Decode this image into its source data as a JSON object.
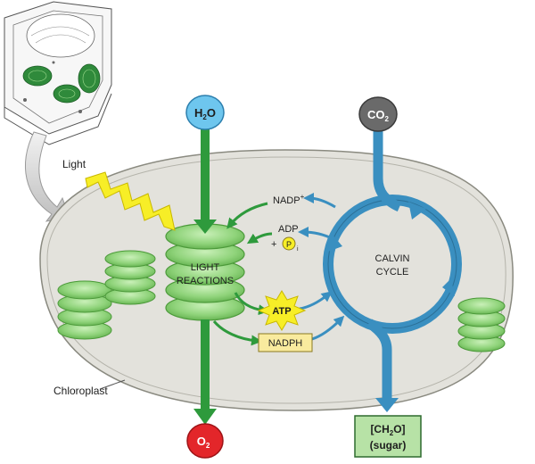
{
  "labels": {
    "light": "Light",
    "chloroplast": "Chloroplast",
    "light_reactions_line1": "LIGHT",
    "light_reactions_line2": "REACTIONS",
    "calvin_line1": "CALVIN",
    "calvin_line2": "CYCLE",
    "nadp_plus": "NADP",
    "nadp_plus_sup": "+",
    "adp": "ADP",
    "plus_sign": "+",
    "pi_letter": "P",
    "pi_sub": "i",
    "atp": "ATP",
    "nadph": "NADPH"
  },
  "inputs": {
    "h2o_a": "H",
    "h2o_sub": "2",
    "h2o_b": "O",
    "co2_a": "CO",
    "co2_sub": "2"
  },
  "outputs": {
    "o2_a": "O",
    "o2_sub": "2",
    "sugar_a": "[CH",
    "sugar_sub": "2",
    "sugar_b": "O]",
    "sugar_line2": "(sugar)"
  },
  "colors": {
    "water_badge": "#6ec6ee",
    "co2_badge": "#6a6a6a",
    "o2_badge": "#e3262a",
    "sugar_box": "#b7e2a6",
    "green_arrow": "#2e9a3c",
    "blue_arrow": "#3a8fc0",
    "stroma": "#e3e2dc",
    "thylakoid": "#8fd37a",
    "atp_star": "#f7ee27",
    "nadph_box": "#f9eb9e"
  }
}
